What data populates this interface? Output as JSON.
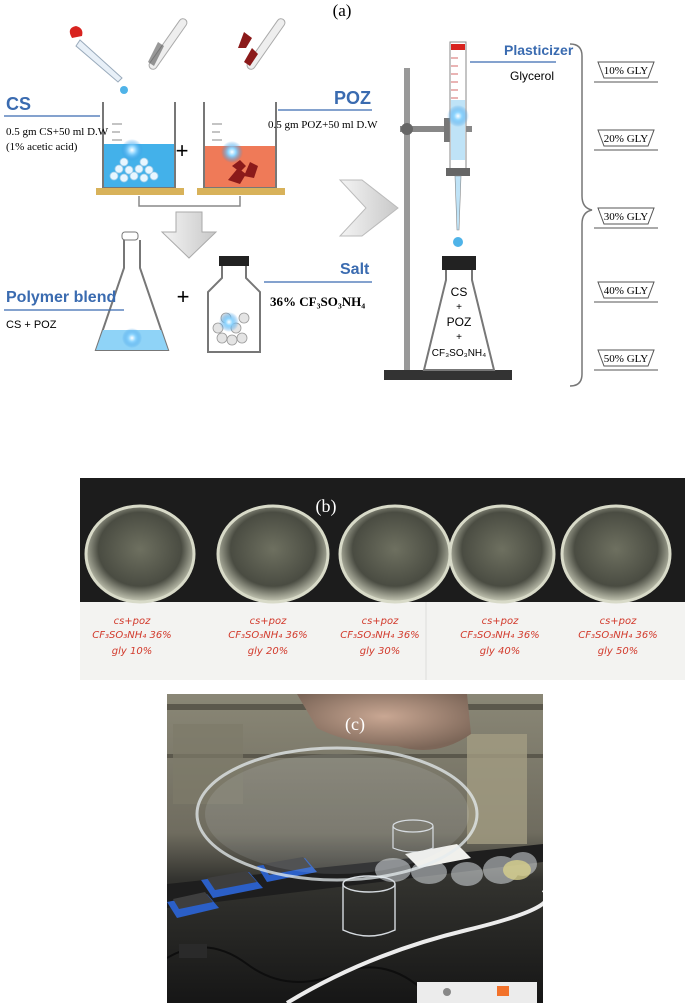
{
  "panel_a": {
    "label": "(a)",
    "cs": {
      "title": "CS",
      "desc1": "0.5 gm CS+50 ml D.W",
      "desc2": "(1% acetic acid)"
    },
    "poz": {
      "title": "POZ",
      "desc": "0.5 gm POZ+50 ml D.W"
    },
    "plus1": "+",
    "plus2": "+",
    "blend": {
      "title": "Polymer blend",
      "desc": "CS + POZ"
    },
    "salt": {
      "title": "Salt",
      "desc": "36% CF₃SO₃NH₄"
    },
    "plasticizer": {
      "title": "Plasticizer",
      "desc": "Glycerol"
    },
    "flask": {
      "l1": "CS",
      "l2": "+",
      "l3": "POZ",
      "l4": "+",
      "l5": "CF₃SO₃NH₄"
    },
    "gly": [
      "10% GLY",
      "20% GLY",
      "30% GLY",
      "40% GLY",
      "50% GLY"
    ]
  },
  "panel_b": {
    "label": "(b)",
    "dishes": [
      {
        "l1": "cs+poz",
        "l2": "CF₃SO₃NH₄ 36%",
        "l3": "gly 10%"
      },
      {
        "l1": "cs+poz",
        "l2": "CF₃SO₃NH₄ 36%",
        "l3": "gly 20%"
      },
      {
        "l1": "cs+poz",
        "l2": "CF₃SO₃NH₄ 36%",
        "l3": "gly 30%"
      },
      {
        "l1": "cs+poz",
        "l2": "CF₃SO₃NH₄ 36%",
        "l3": "gly 40%"
      },
      {
        "l1": "cs+poz",
        "l2": "CF₃SO₃NH₄ 36%",
        "l3": "gly 50%"
      }
    ]
  },
  "panel_c": {
    "label": "(c)"
  },
  "colors": {
    "accent_label": "#3a6bb0",
    "liquid_blue": "#4fb3e8",
    "poz_orange": "#e0694a",
    "handwriting": "#d23a2c"
  }
}
